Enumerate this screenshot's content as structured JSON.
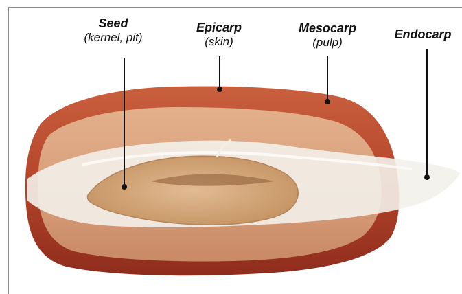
{
  "labels": {
    "seed": {
      "name": "Seed",
      "detail": "(kernel, pit)"
    },
    "epicarp": {
      "name": "Epicarp",
      "detail": "(skin)"
    },
    "mesocarp": {
      "name": "Mesocarp",
      "detail": "(pulp)"
    },
    "endocarp": {
      "name": "Endocarp"
    }
  },
  "colors": {
    "skin": "#b5452c",
    "skin_dark": "#7a2418",
    "pulp": "#d9a07c",
    "pulp_light": "#e8c2a0",
    "endocarp": "#f3f1ea",
    "seed": "#d6a87e",
    "pointer": "#111111"
  }
}
